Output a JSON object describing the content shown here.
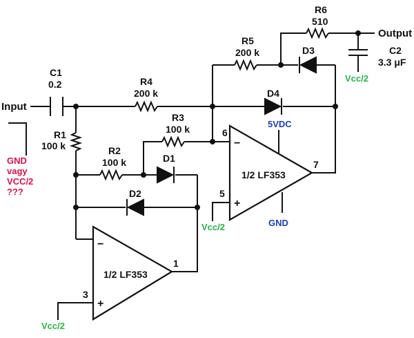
{
  "io": {
    "input": "Input",
    "output": "Output"
  },
  "components": {
    "c1": {
      "name": "C1",
      "value": "0.2"
    },
    "c2": {
      "name": "C2",
      "value": "3.3 μF"
    },
    "r1": {
      "name": "R1",
      "value": "100 k"
    },
    "r2": {
      "name": "R2",
      "value": "100 k"
    },
    "r3": {
      "name": "R3",
      "value": "100 k"
    },
    "r4": {
      "name": "R4",
      "value": "200 k"
    },
    "r5": {
      "name": "R5",
      "value": "200 k"
    },
    "r6": {
      "name": "R6",
      "value": "510"
    },
    "d1": {
      "name": "D1"
    },
    "d2": {
      "name": "D2"
    },
    "d3": {
      "name": "D3"
    },
    "d4": {
      "name": "D4"
    }
  },
  "opamps": {
    "u1": {
      "label": "1/2 LF353",
      "pin_in_plus": "3",
      "pin_out": "1",
      "minus": "−",
      "plus": "+"
    },
    "u2": {
      "label": "1/2 LF353",
      "pin_in_minus": "6",
      "pin_in_plus": "5",
      "pin_out": "7",
      "minus": "−",
      "plus": "+"
    }
  },
  "supplies": {
    "vcc_half": "Vcc/2",
    "vdc5": "5VDC",
    "gnd": "GND"
  },
  "annotation": {
    "lines": [
      "GND",
      "vagy",
      "VCC/2",
      "???"
    ],
    "color": "#d0134a"
  },
  "colors": {
    "supply_green": "#2bb14a",
    "supply_blue": "#1d3fa8",
    "note_red": "#d0134a"
  }
}
